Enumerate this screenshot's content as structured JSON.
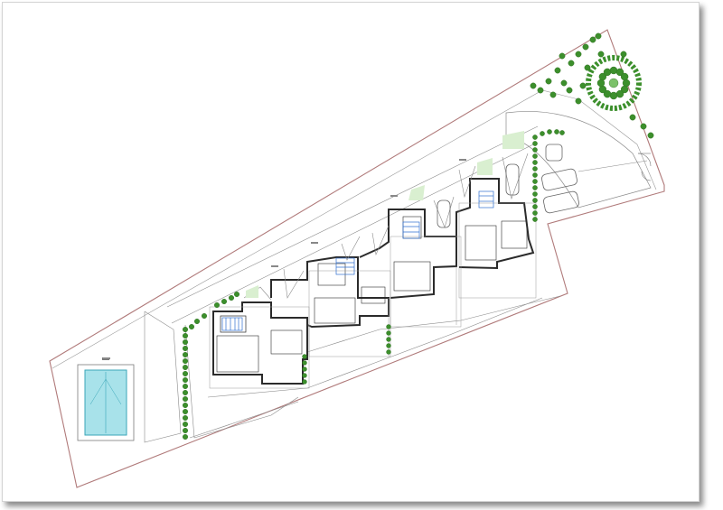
{
  "drawing": {
    "kind": "site plan",
    "elements": [
      "site-boundary",
      "access-road",
      "swimming-pool",
      "townhouse-row",
      "garden-trees",
      "parking-spaces",
      "landscaping-strip"
    ],
    "unit_count": 4,
    "parked_car_count": 4
  },
  "colors": {
    "boundary": "#b07a7a",
    "wall": "#2b2b2b",
    "line": "#8a8a8a",
    "tree": "#3c8f2c",
    "tree_light": "#7cc16a",
    "pool": "#a8e2ea",
    "pool_edge": "#3aa6b8",
    "stair": "#2f6fd0",
    "lawn": "#d9efd0"
  },
  "icons": [
    "tree-icon",
    "car-icon",
    "stair-icon",
    "door-swing-icon"
  ]
}
